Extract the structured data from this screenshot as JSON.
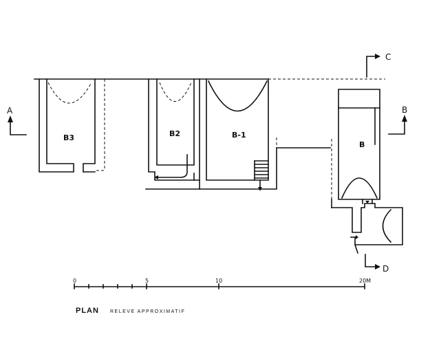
{
  "sections": {
    "a": "A",
    "b": "B",
    "c": "C",
    "d": "D"
  },
  "rooms": {
    "b3": "B3",
    "b2": "B2",
    "b1": "B-1",
    "b": "B"
  },
  "scale": {
    "t0": "0",
    "t5": "5",
    "t10": "10",
    "t20": "20M"
  },
  "caption": {
    "title": "PLAN",
    "subtitle": "RELEVE APPROXIMATIF"
  }
}
